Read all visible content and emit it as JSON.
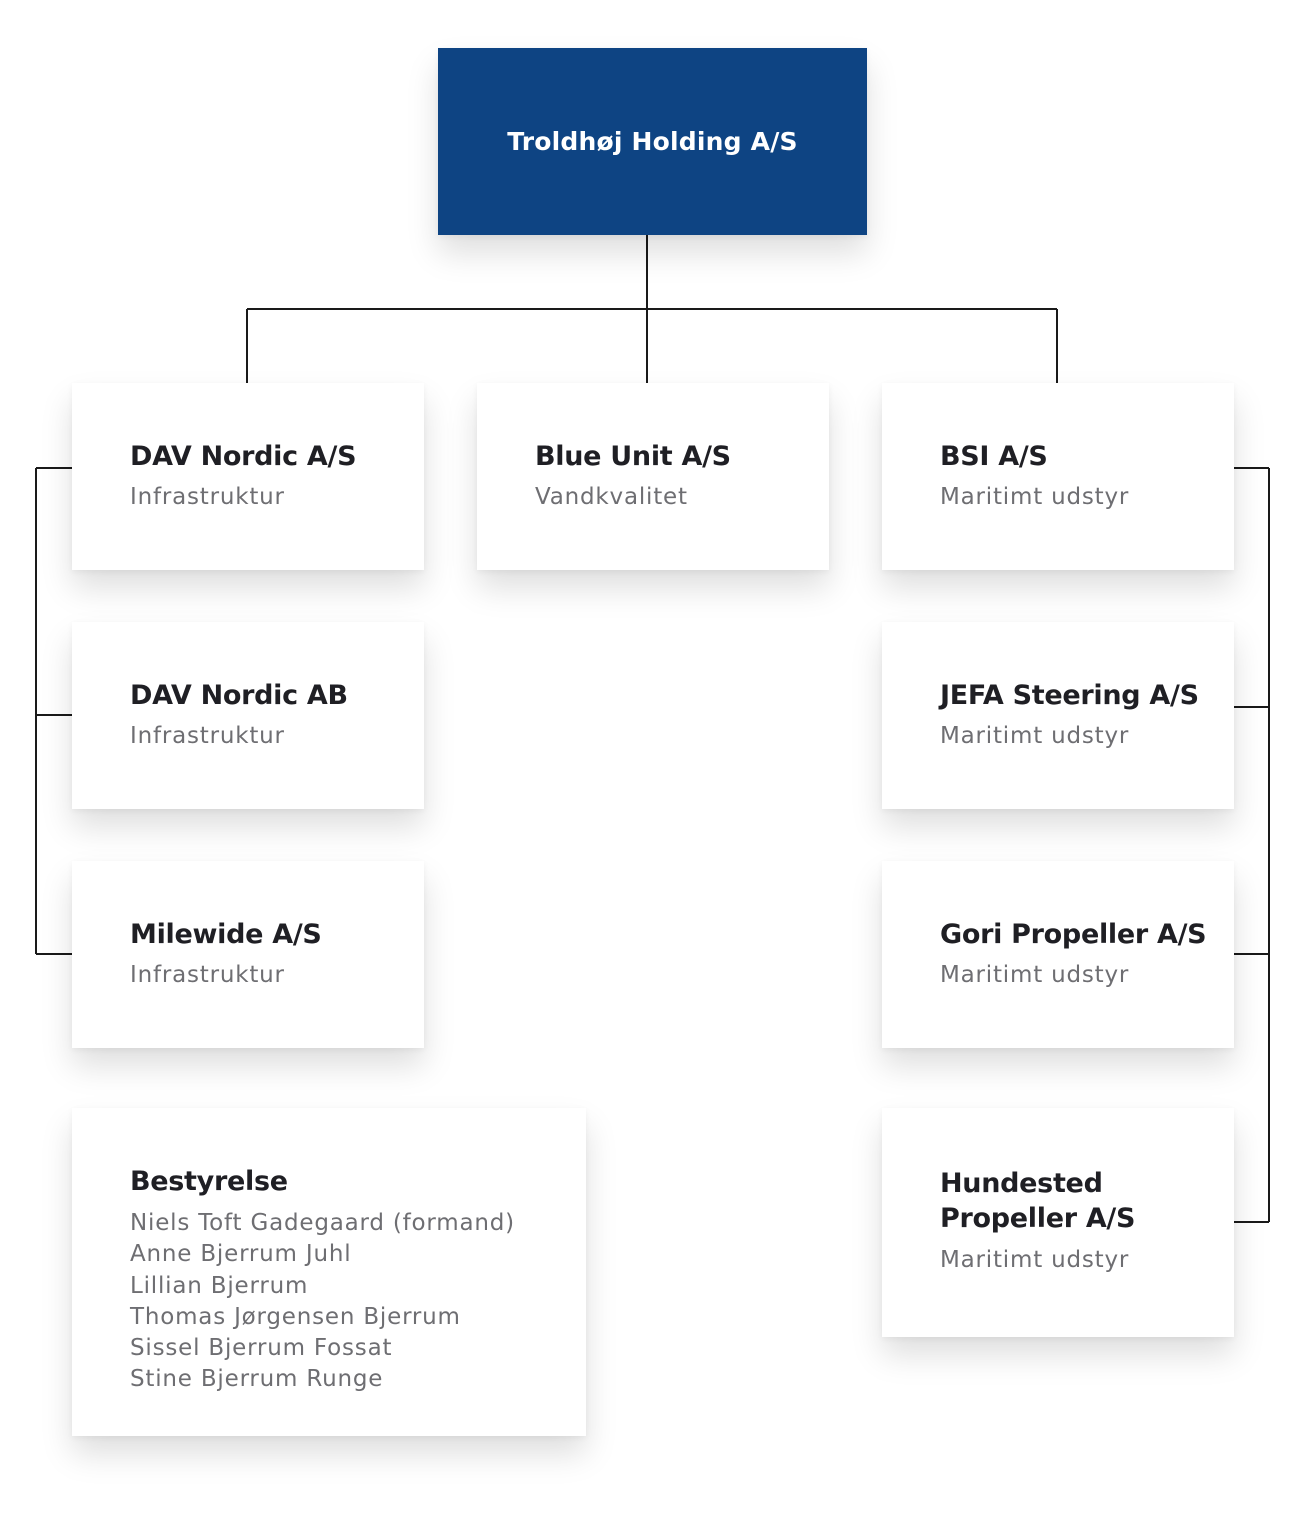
{
  "root": {
    "name": "Troldhøj Holding A/S"
  },
  "companies": {
    "dav_nordic_as": {
      "name": "DAV Nordic A/S",
      "sector": "Infrastruktur"
    },
    "blue_unit": {
      "name": "Blue Unit A/S",
      "sector": "Vandkvalitet"
    },
    "bsi": {
      "name": "BSI A/S",
      "sector": "Maritimt udstyr"
    },
    "dav_nordic_ab": {
      "name": "DAV Nordic AB",
      "sector": "Infrastruktur"
    },
    "jefa": {
      "name": "JEFA Steering A/S",
      "sector": "Maritimt udstyr"
    },
    "milewide": {
      "name": "Milewide A/S",
      "sector": "Infrastruktur"
    },
    "gori": {
      "name": "Gori Propeller A/S",
      "sector": "Maritimt udstyr"
    },
    "hundested": {
      "name_line1": "Hundested",
      "name_line2": "Propeller A/S",
      "sector": "Maritimt udstyr"
    }
  },
  "board": {
    "title": "Bestyrelse",
    "members": [
      "Niels Toft Gadegaard (formand)",
      "Anne Bjerrum Juhl",
      "Lillian Bjerrum",
      "Thomas Jørgensen Bjerrum",
      "Sissel Bjerrum Fossat",
      "Stine Bjerrum Runge"
    ]
  },
  "colors": {
    "root_bg": "#0e4483",
    "line": "#1a1a1a",
    "title_text": "#1f1f24",
    "sub_text": "#6e6e72"
  }
}
